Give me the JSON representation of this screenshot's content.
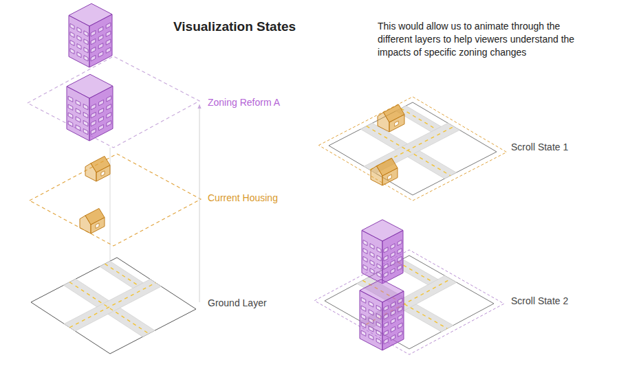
{
  "diagram": {
    "title": "Visualization States",
    "labels": [
      "This would allow us to animate through the different layers to help viewers understand the impacts of specific zoning changes",
      "Zoning Reform A",
      "Current Housing",
      "Ground Layer",
      "Scroll State 1",
      "Scroll State 2"
    ]
  }
}
